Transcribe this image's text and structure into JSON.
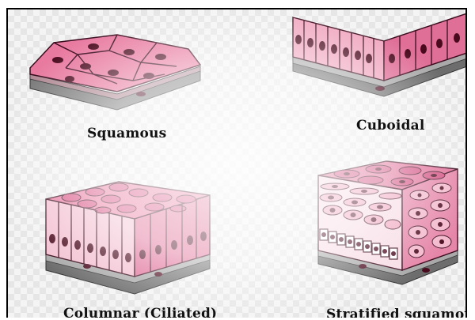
{
  "figure": {
    "panels": [
      {
        "id": "squamous",
        "label": "Squamous"
      },
      {
        "id": "cuboidal",
        "label": "Cuboidal"
      },
      {
        "id": "columnar",
        "label": "Columnar (Ciliated)"
      },
      {
        "id": "stratified",
        "label": "Stratified squamou"
      }
    ],
    "colors": {
      "cell_pink": "#e0638f",
      "cell_light": "#f3b8cc",
      "nucleus": "#4a0a1e",
      "outline": "#3a0a1c",
      "basement": "#6b6b6b"
    }
  }
}
